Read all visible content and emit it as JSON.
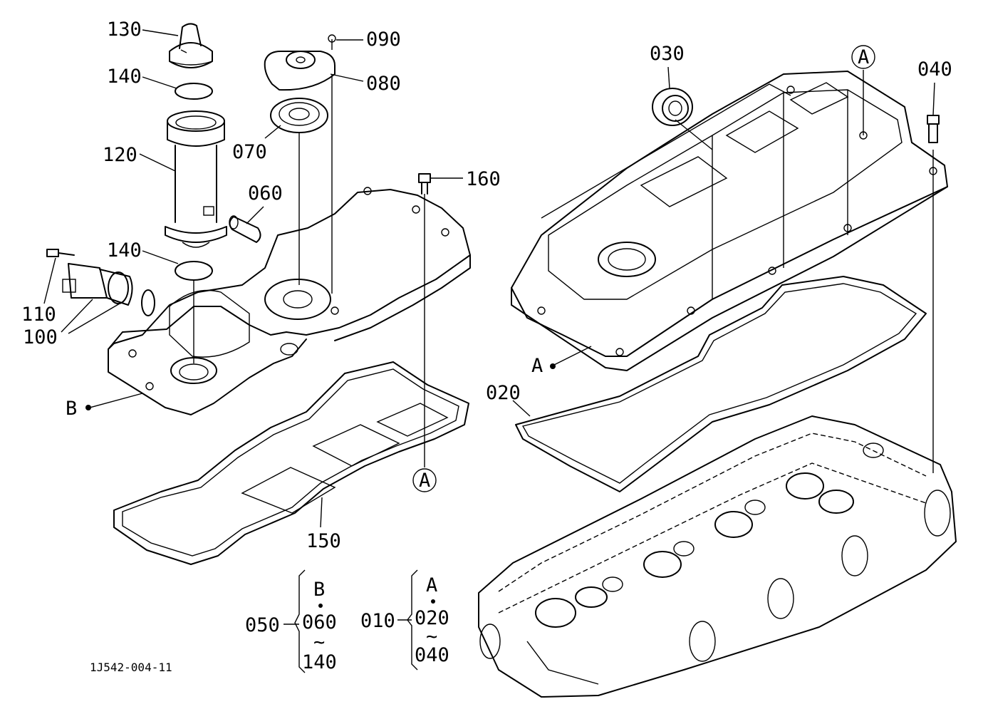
{
  "labels": {
    "p130": "130",
    "p140a": "140",
    "p120": "120",
    "p140b": "140",
    "p110": "110",
    "p100": "100",
    "pB": "B",
    "p090": "090",
    "p080": "080",
    "p070": "070",
    "p060": "060",
    "p160": "160",
    "p150": "150",
    "p030": "030",
    "p040": "040",
    "pA": "A",
    "p020": "020",
    "circleA_top": "A",
    "circleA_bottom": "A"
  },
  "kit_b": {
    "label": "050",
    "start_ref": "B",
    "from": "060",
    "to": "140",
    "range_mark": "~"
  },
  "kit_a": {
    "label": "010",
    "start_ref": "A",
    "from": "020",
    "to": "040",
    "range_mark": "~"
  },
  "figure_code": "1J542-004-11"
}
